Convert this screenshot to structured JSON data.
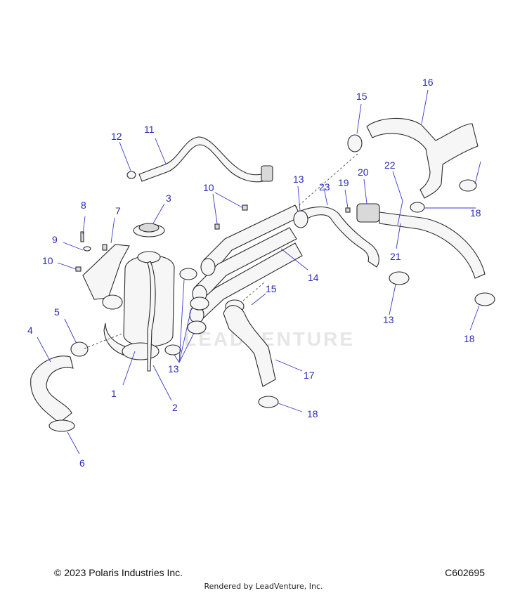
{
  "callouts": [
    {
      "id": "c1",
      "label": "1"
    },
    {
      "id": "c2",
      "label": "2"
    },
    {
      "id": "c3",
      "label": "3"
    },
    {
      "id": "c4",
      "label": "4"
    },
    {
      "id": "c5",
      "label": "5"
    },
    {
      "id": "c6",
      "label": "6"
    },
    {
      "id": "c7",
      "label": "7"
    },
    {
      "id": "c8",
      "label": "8"
    },
    {
      "id": "c9",
      "label": "9"
    },
    {
      "id": "c10a",
      "label": "10"
    },
    {
      "id": "c10b",
      "label": "10"
    },
    {
      "id": "c11",
      "label": "11"
    },
    {
      "id": "c12",
      "label": "12"
    },
    {
      "id": "c13a",
      "label": "13"
    },
    {
      "id": "c13b",
      "label": "13"
    },
    {
      "id": "c13c",
      "label": "13"
    },
    {
      "id": "c14",
      "label": "14"
    },
    {
      "id": "c15a",
      "label": "15"
    },
    {
      "id": "c15b",
      "label": "15"
    },
    {
      "id": "c16",
      "label": "16"
    },
    {
      "id": "c17",
      "label": "17"
    },
    {
      "id": "c18a",
      "label": "18"
    },
    {
      "id": "c18b",
      "label": "18"
    },
    {
      "id": "c18c",
      "label": "18"
    },
    {
      "id": "c19",
      "label": "19"
    },
    {
      "id": "c20",
      "label": "20"
    },
    {
      "id": "c21",
      "label": "21"
    },
    {
      "id": "c22",
      "label": "22"
    },
    {
      "id": "c23",
      "label": "23"
    }
  ],
  "watermark": "LEADVENTURE",
  "footer": {
    "copyright": "© 2023 Polaris Industries Inc.",
    "diagram_code": "C602695",
    "rendered_by": "Rendered by LeadVenture, Inc."
  },
  "colors": {
    "callout": "#2b2bb8",
    "line": "#2a2a2a",
    "background": "#ffffff"
  }
}
